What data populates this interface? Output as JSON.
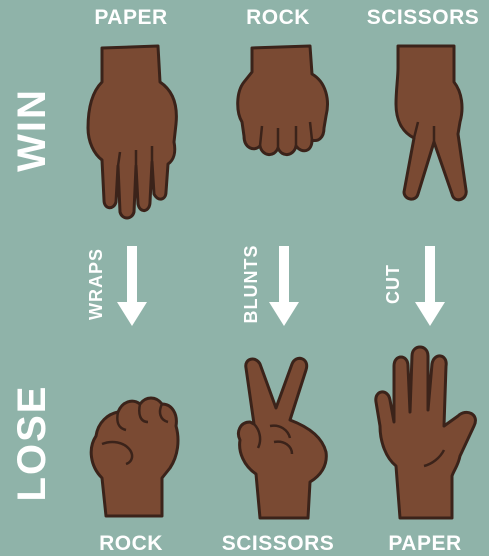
{
  "rows": {
    "win": "WIN",
    "lose": "LOSE"
  },
  "top_labels": [
    "PAPER",
    "ROCK",
    "SCISSORS"
  ],
  "verbs": [
    "WRAPS",
    "BLUNTS",
    "CUT"
  ],
  "bottom_labels": [
    "ROCK",
    "SCISSORS",
    "PAPER"
  ],
  "colors": {
    "background": "#8fb3a9",
    "skin": "#7a4a33",
    "outline": "#3b231a",
    "text": "#ffffff"
  },
  "icons": [
    "paper-hand-icon",
    "rock-hand-icon",
    "scissors-hand-icon",
    "arrow-down-icon"
  ]
}
